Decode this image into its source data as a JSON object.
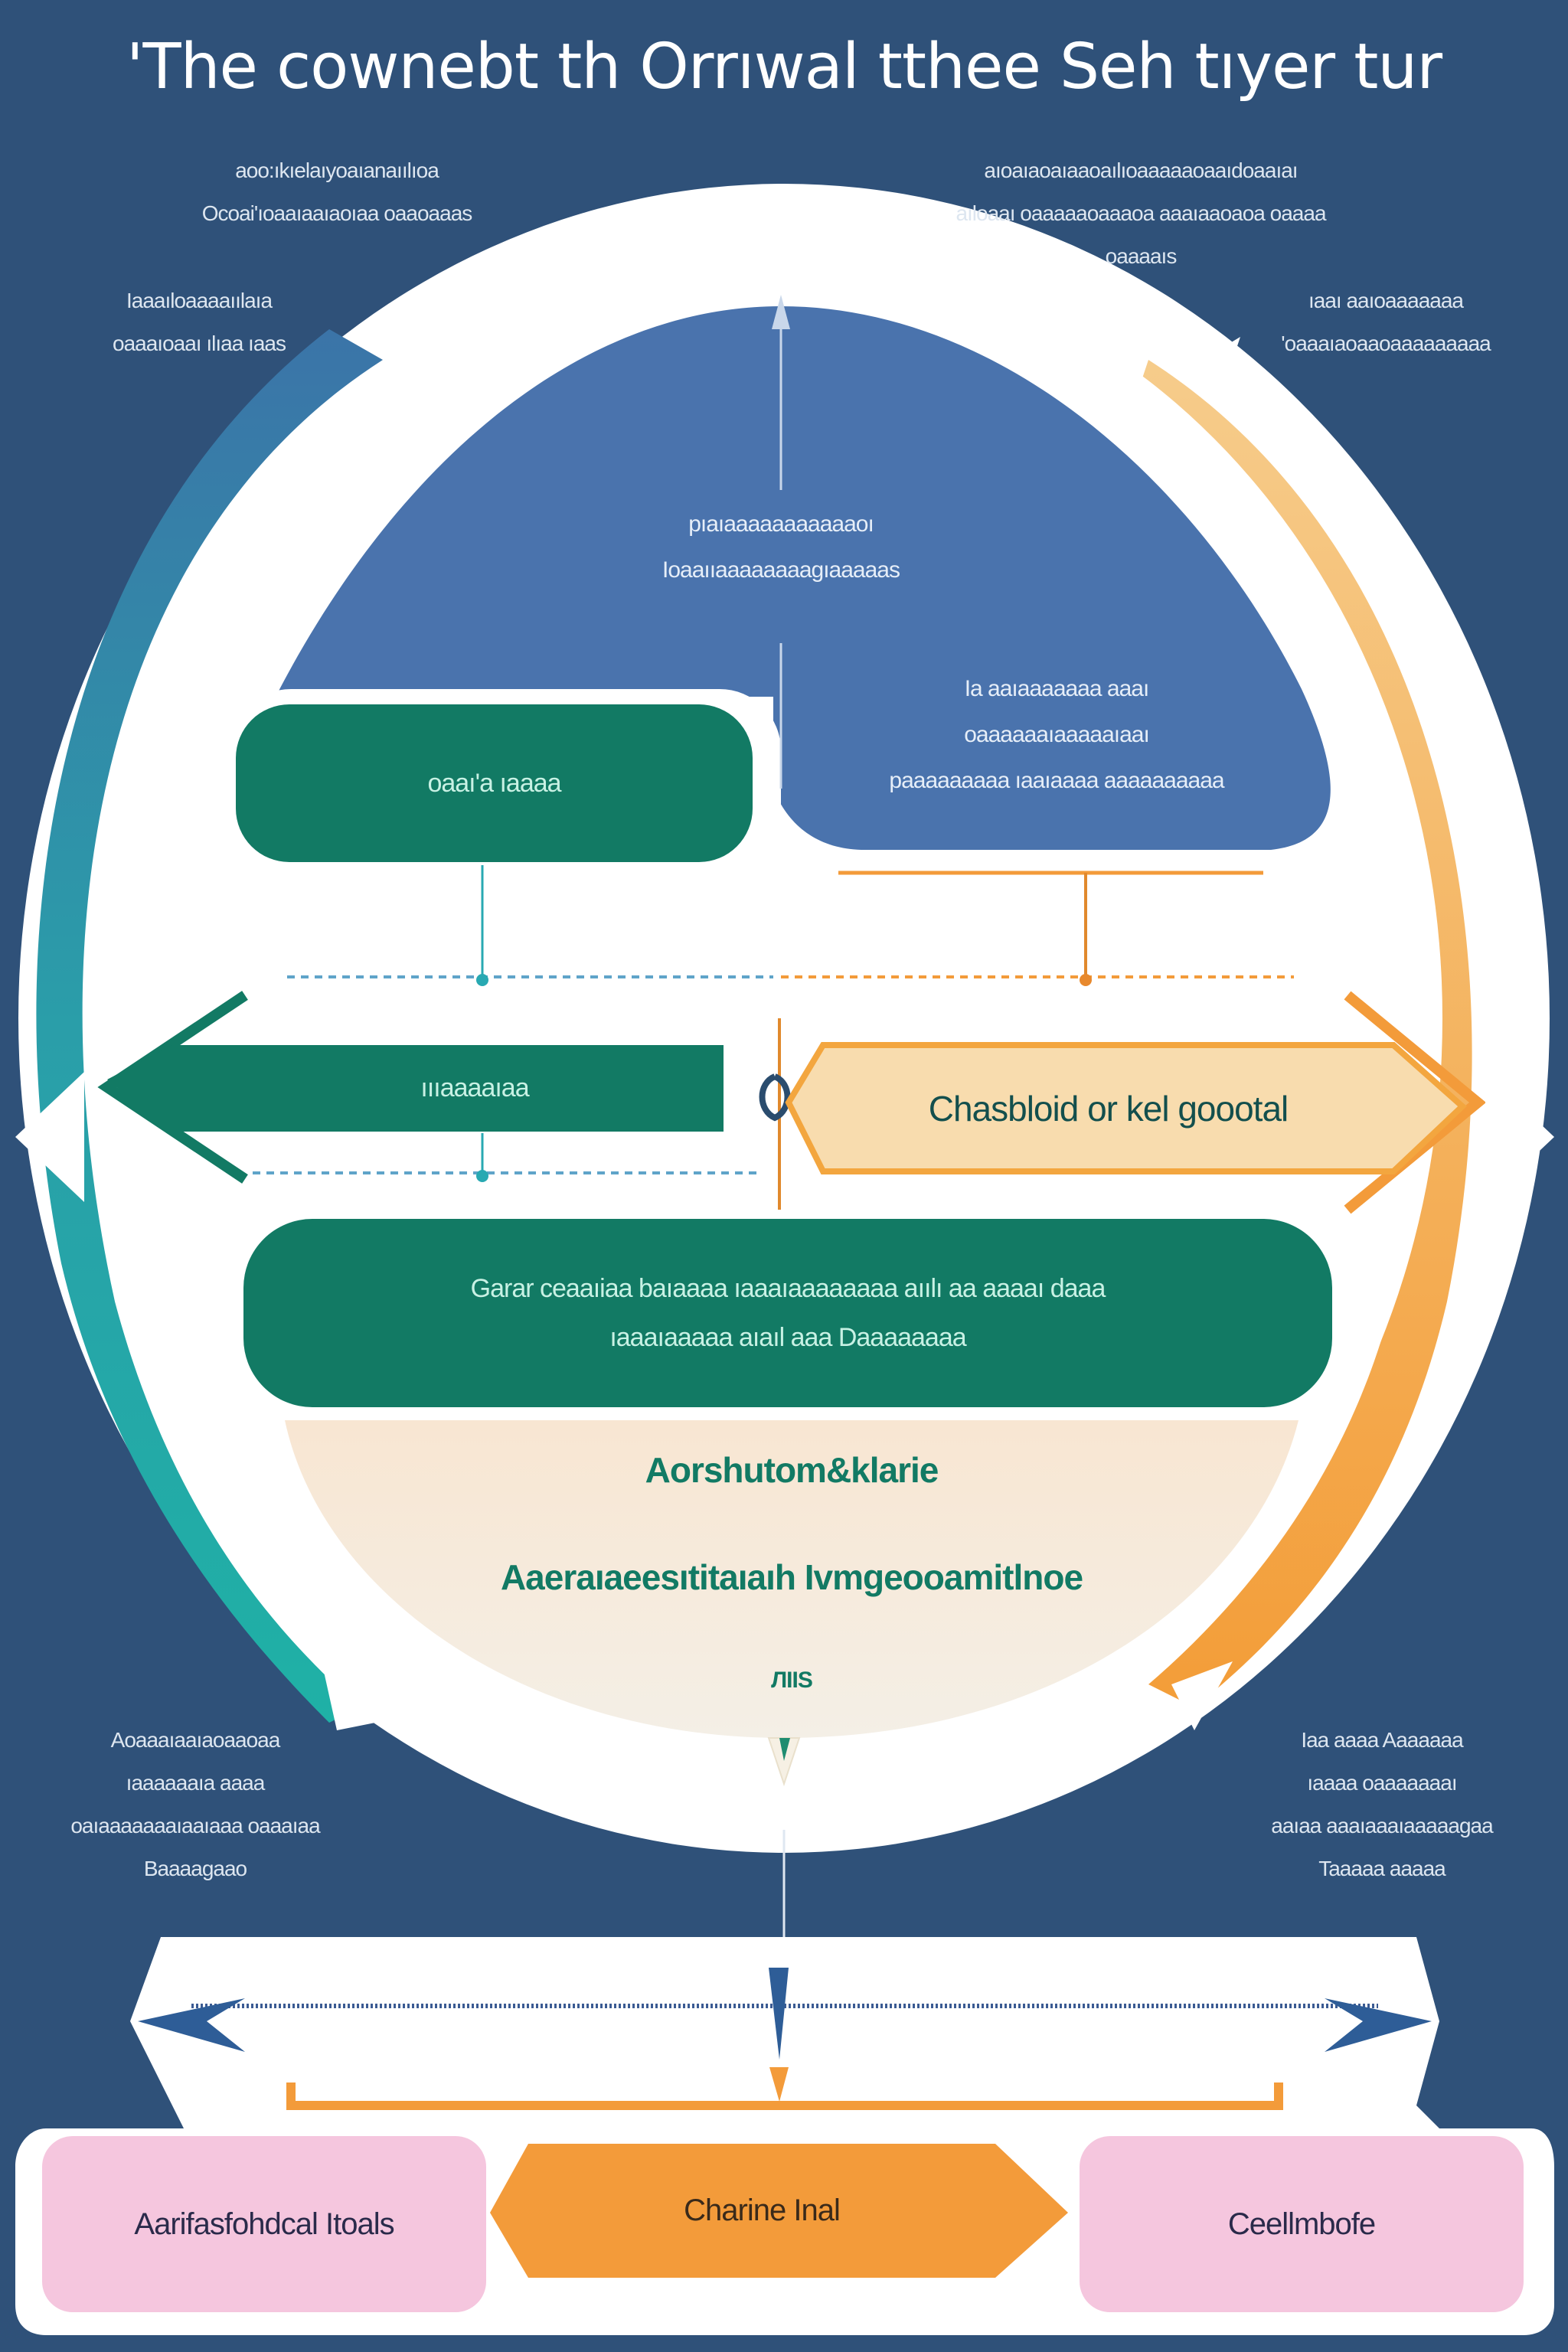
{
  "title": "'The cownebt th Orrıwal tthee Seh tıyer tur",
  "colors": {
    "background": "#2f5179",
    "top_dome": "#4a73ad",
    "teal_arc": "#25a9a6",
    "green_box": "#127a64",
    "orange_arc": "#f3a63f",
    "peach": "#f8dcae",
    "cream": "#f7ead9",
    "pink": "#f5c6de",
    "orange_box": "#f39b3a",
    "dark_arrow": "#2e5d97"
  },
  "notes": {
    "top_left": [
      "aoo:ıkıelaıyoaıanaıılıoa",
      "Ocoai'ıoaaıaaıaoıaa oaaoaaas"
    ],
    "top_right": [
      "aıoaıaoaıaaoaılıoaaaaaoaaıdoaaıaı",
      "aıloaaı oaaaaaoaaaoa aaaıaaoaoa oaaaa",
      "oaaaaıs"
    ],
    "upper_left": [
      "Iaaaıloaaaaıılaıa",
      "oaaaıoaaı ılıaa ıaas"
    ],
    "upper_right": [
      "ıaaı aaıoaaaaaaa",
      "'oaaaıaoaaoaaaaaaaaa"
    ],
    "lower_left": [
      "Aoaaaıaaıaoaaoaa",
      "ıaaaaaaıa aaaa",
      "oaıaaaaaaaıaaıaaa oaaaıaa",
      "Baaaagaao"
    ],
    "lower_right": [
      "Iaa aaaa Aaaaaaa",
      "ıaaaa oaaaaaaaı",
      "aaıaa aaaıaaaıaaaaagaa",
      "Taaaaa aaaaa"
    ]
  },
  "dome": {
    "center_text": [
      "pıaıaaaaaaaaaaaoı",
      "Ioaaııaaaaaaaagıaaaaas"
    ],
    "right_text": [
      "Ia aaıaaaaaaa aaaı",
      "oaaaaaaıaaaaaıaaı",
      "paaaaaaaaa ıaaıaaaa aaaaaaaaaa"
    ]
  },
  "boxes": {
    "green_top": "oaaı'a ıaaaa",
    "green_left_arrow": "ıııaaaaıaa",
    "peach_right_arrow": "Chasbloid or kel goootal",
    "green_wide": [
      "Garar ceaaıiaa baıaaaa ıaaaıaaaaaaaa aıılı aa aaaaı daaa",
      "ıaaaıaaaaa aıaıl aaa Daaaaaaaa"
    ],
    "cream_title": "Aorshutom&klarie",
    "cream_subtitle": "Aaeraıaeesıtitaıaıh Ivmgeooamitlnoe",
    "cream_small": "ЛIIS"
  },
  "bottom_row": {
    "left": "Aarifasfohdcal Itoals",
    "center": "Charine Inal",
    "right": "Ceellmbofe"
  }
}
